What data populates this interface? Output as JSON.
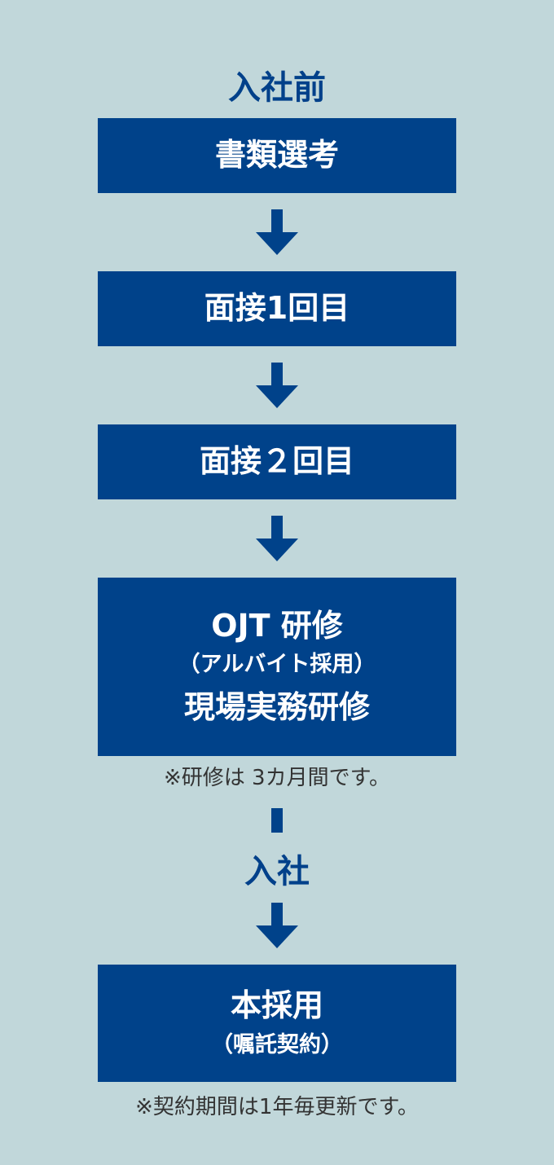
{
  "flow": {
    "pre_label": "入社前",
    "step1": "書類選考",
    "step2": "面接1回目",
    "step3": "面接２回目",
    "step4": {
      "line1": "OJT 研修",
      "line2": "（アルバイト採用）",
      "line3": "現場実務研修"
    },
    "note1": "※研修は 3カ月間です。",
    "join_label": "入社",
    "step5": {
      "line1": "本採用",
      "line2": "（嘱託契約）"
    },
    "note2": "※契約期間は1年毎更新です。"
  },
  "colors": {
    "background": "#c1d7da",
    "box": "#00428a",
    "label": "#00408a",
    "note": "#333333"
  },
  "icons": [
    "arrow-down-icon"
  ]
}
